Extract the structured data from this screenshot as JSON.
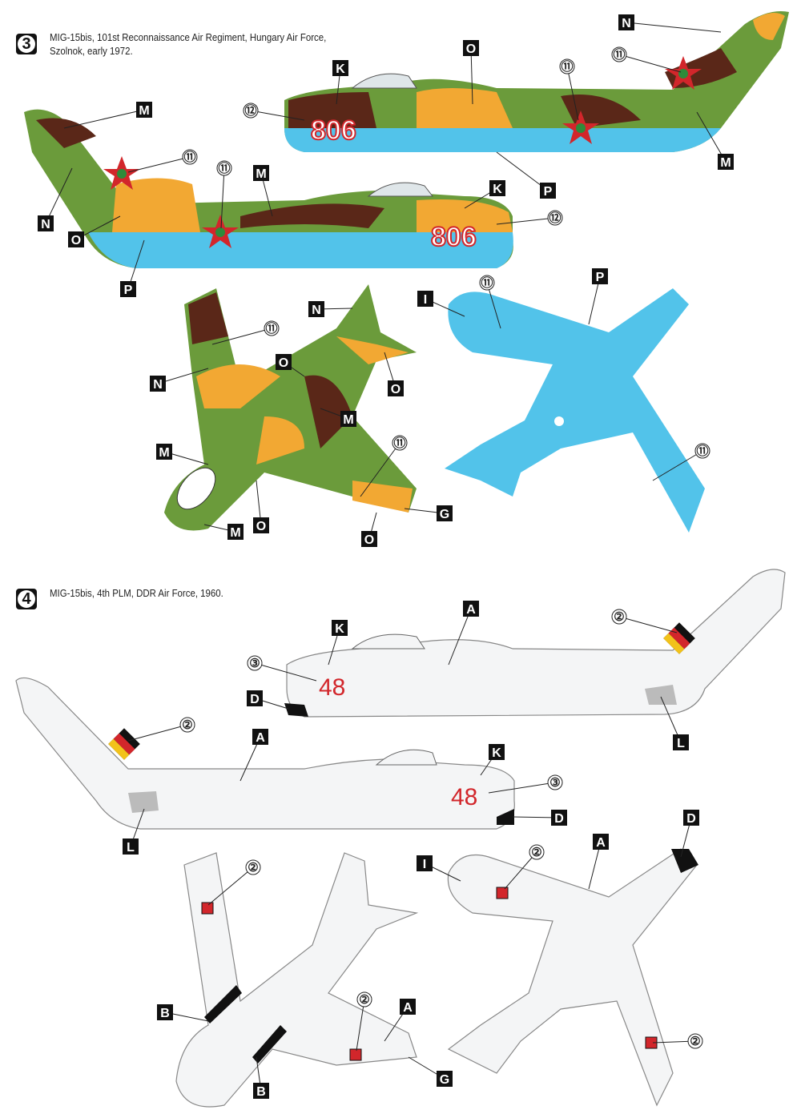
{
  "scheme3": {
    "number": "3",
    "caption_line1": "MIG-15bis, 101st Reconnaissance Air Regiment, Hungary Air Force,",
    "caption_line2": "Szolnok, early 1972.",
    "side_code": "806",
    "callouts": [
      "N",
      "O",
      "K",
      "⑪",
      "⑪",
      "⑫",
      "M",
      "M",
      "⑪",
      "⑪",
      "M",
      "K",
      "P",
      "N",
      "O",
      "⑫",
      "P",
      "P",
      "I",
      "⑪",
      "N",
      "⑪",
      "O",
      "N",
      "O",
      "M",
      "⑪",
      "M",
      "⑪",
      "G",
      "M",
      "O",
      "O"
    ]
  },
  "scheme4": {
    "number": "4",
    "caption_line1": "MIG-15bis, 4th PLM, DDR  Air Force, 1960.",
    "side_code": "48",
    "callouts": [
      "A",
      "K",
      "②",
      "③",
      "D",
      "②",
      "A",
      "K",
      "L",
      "③",
      "D",
      "L",
      "D",
      "A",
      "I",
      "②",
      "②",
      "②",
      "A",
      "B",
      "②",
      "G",
      "B"
    ]
  },
  "colors": {
    "green": "#6b9b3b",
    "brown": "#5a2718",
    "tan": "#f2a833",
    "blue": "#52c3ea",
    "white": "#f4f5f6",
    "red": "#d2262b"
  }
}
